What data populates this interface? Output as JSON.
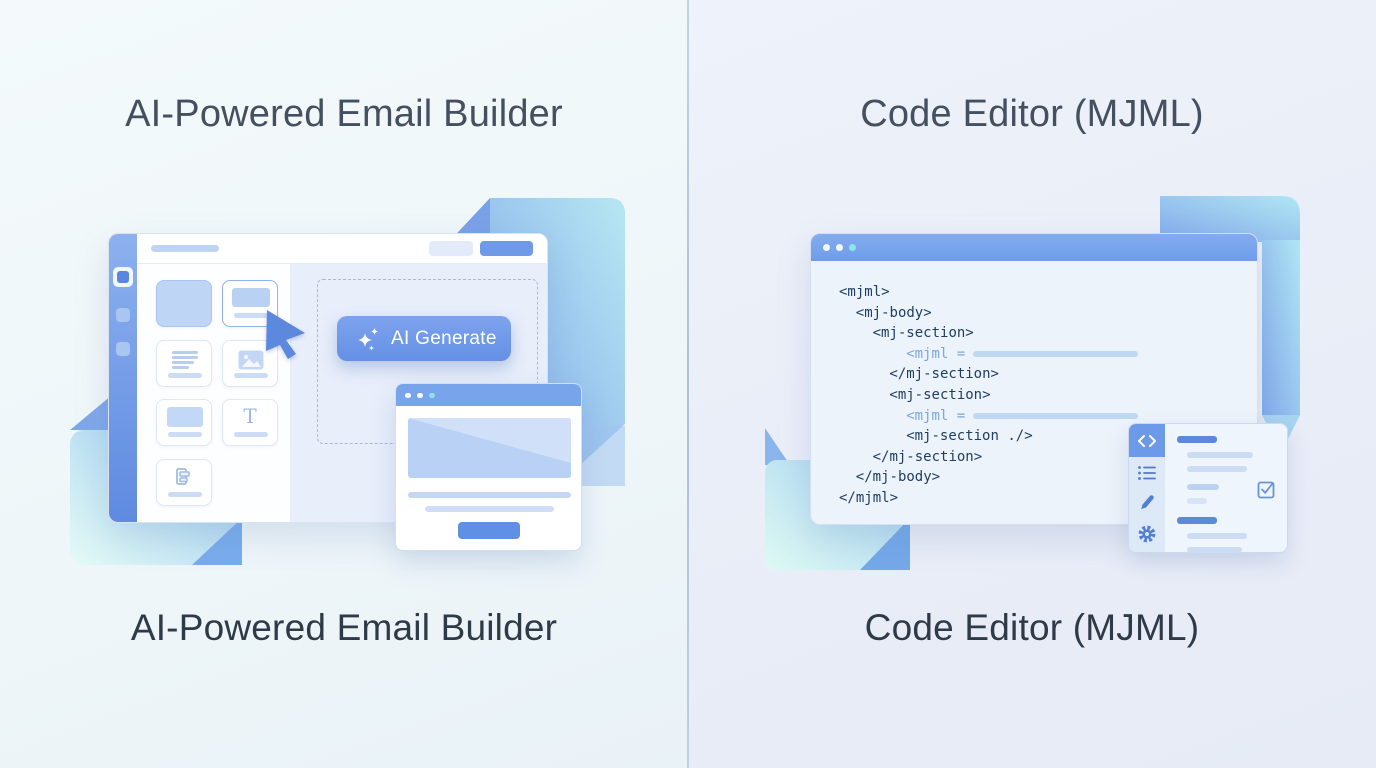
{
  "left": {
    "title": "AI-Powered Email Builder",
    "caption": "AI-Powered Email Builder",
    "builder": {
      "ai_button": "AI Generate",
      "text_card_glyph": "T"
    }
  },
  "right": {
    "title": "Code Editor (MJML)",
    "caption": "Code Editor (MJML)",
    "editor": {
      "lines": [
        {
          "indent": 0,
          "text": "<mjml>",
          "muted": false,
          "bar": false
        },
        {
          "indent": 2,
          "text": "<mj-body>",
          "muted": false,
          "bar": false
        },
        {
          "indent": 4,
          "text": "<mj-section>",
          "muted": false,
          "bar": false
        },
        {
          "indent": 8,
          "text": "<mjml =",
          "muted": true,
          "bar": true
        },
        {
          "indent": 6,
          "text": "</mj-section>",
          "muted": false,
          "bar": false
        },
        {
          "indent": 6,
          "text": "<mj-section>",
          "muted": false,
          "bar": false
        },
        {
          "indent": 8,
          "text": "<mjml =",
          "muted": true,
          "bar": true
        },
        {
          "indent": 8,
          "text": "<mj-section ./>",
          "muted": false,
          "bar": false
        },
        {
          "indent": 4,
          "text": "</mj-section>",
          "muted": false,
          "bar": false
        },
        {
          "indent": 2,
          "text": "</mj-body>",
          "muted": false,
          "bar": false
        },
        {
          "indent": 0,
          "text": "</mjml>",
          "muted": false,
          "bar": false
        }
      ]
    }
  },
  "colors": {
    "accent_blue": "#6f9ae8",
    "teal_dot": "#8ce2e5",
    "code_text": "#1f3e61",
    "code_muted": "#7ba6dc",
    "title_text": "#44505f",
    "caption_text": "#2f3a48"
  },
  "icons": [
    "sparkles-icon",
    "cursor-icon",
    "image-icon",
    "text-lines-icon",
    "type-T-icon",
    "columns-icon",
    "code-icon",
    "list-icon",
    "pencil-icon",
    "gear-icon",
    "checkbox-checked-icon",
    "window-dots"
  ]
}
